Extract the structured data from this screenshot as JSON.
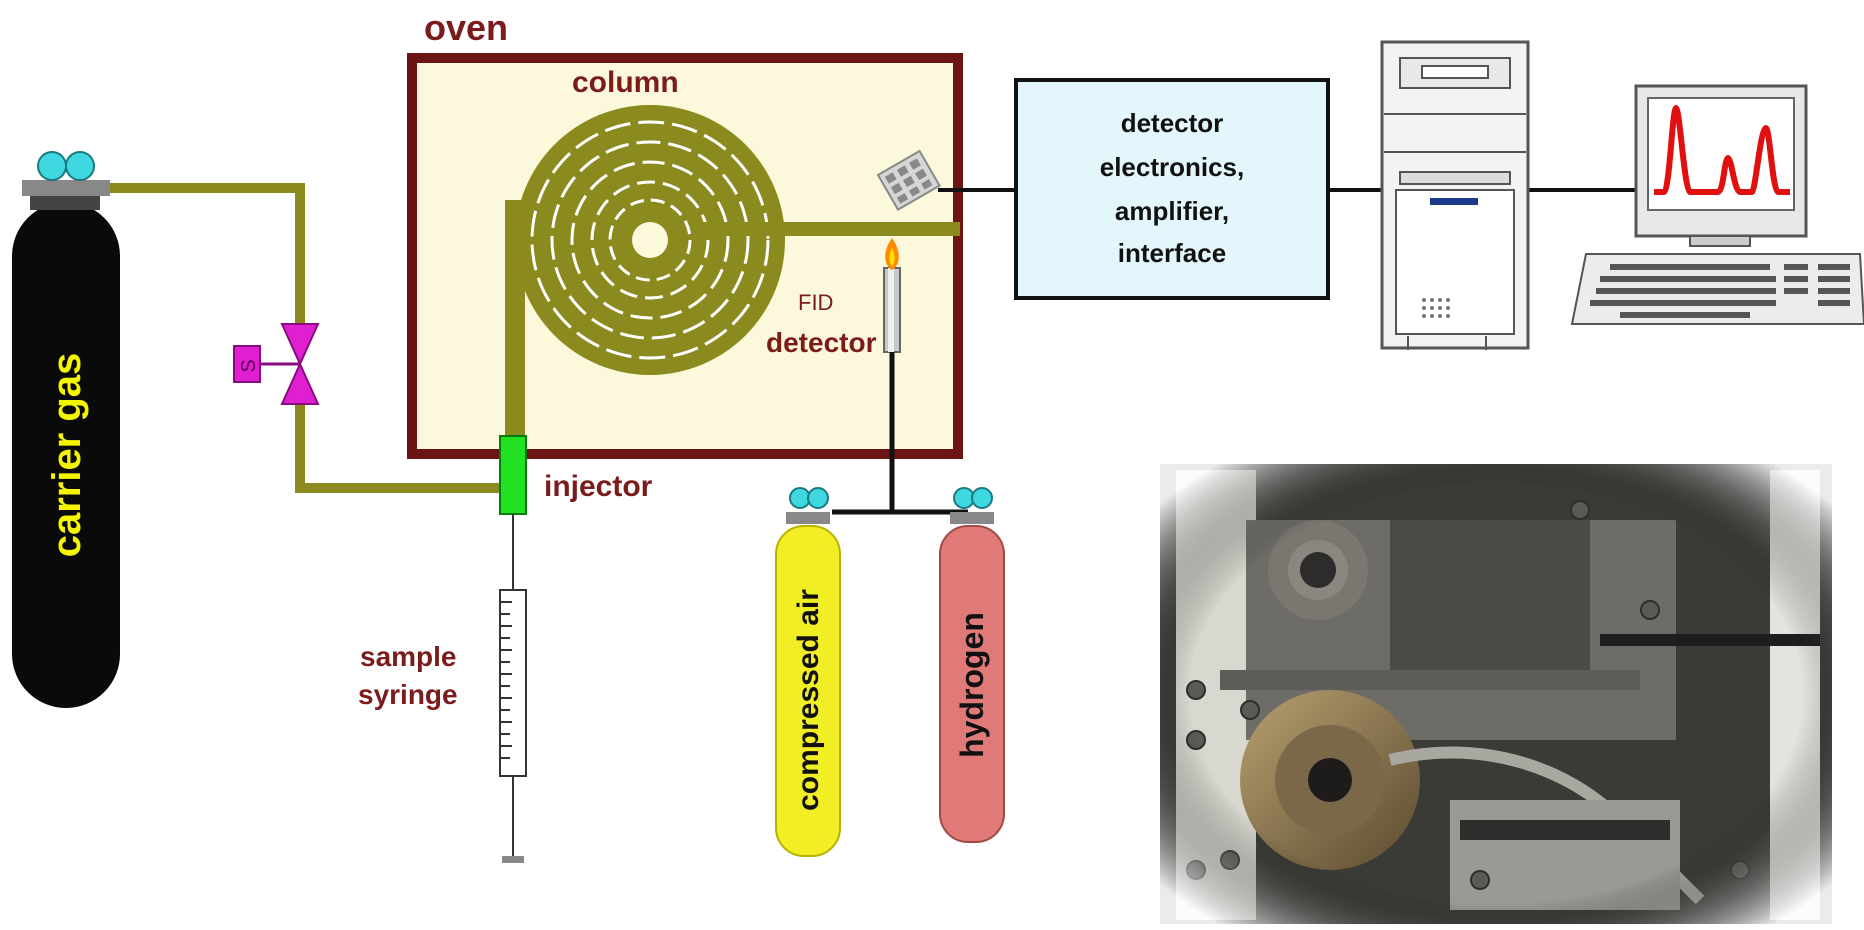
{
  "labels": {
    "oven": "oven",
    "column": "column",
    "carrier_gas": "carrier gas",
    "valve_s": "S",
    "injector": "injector",
    "sample_syringe_line1": "sample",
    "sample_syringe_line2": "syringe",
    "fid_small": "FID",
    "fid_detector": "detector",
    "compressed_air": "compressed air",
    "hydrogen": "hydrogen",
    "detector_electronics_line1": "detector",
    "detector_electronics_line2": "electronics,",
    "detector_electronics_line3": "amplifier,",
    "detector_electronics_line4": "interface"
  },
  "colors": {
    "pipe": "#8a8a1e",
    "oven_border": "#6b1414",
    "oven_fill": "#fbf8dc",
    "label_maroon": "#7a1c1c",
    "carrier_cylinder": "#0a0a0a",
    "carrier_text": "#f5f500",
    "air_cylinder": "#f2ee25",
    "hydrogen_cylinder": "#e07a78",
    "valve": "#e020d0",
    "injector": "#22e022",
    "electronics_fill": "#e2f6fb",
    "chromatogram": "#e01010",
    "cyan_knob": "#3fd8e0"
  },
  "icons": {
    "detector_grid": "detector-grid-icon",
    "computer_tower": "computer-tower-icon",
    "monitor": "monitor-icon",
    "keyboard": "keyboard-icon",
    "flame": "flame-icon"
  }
}
